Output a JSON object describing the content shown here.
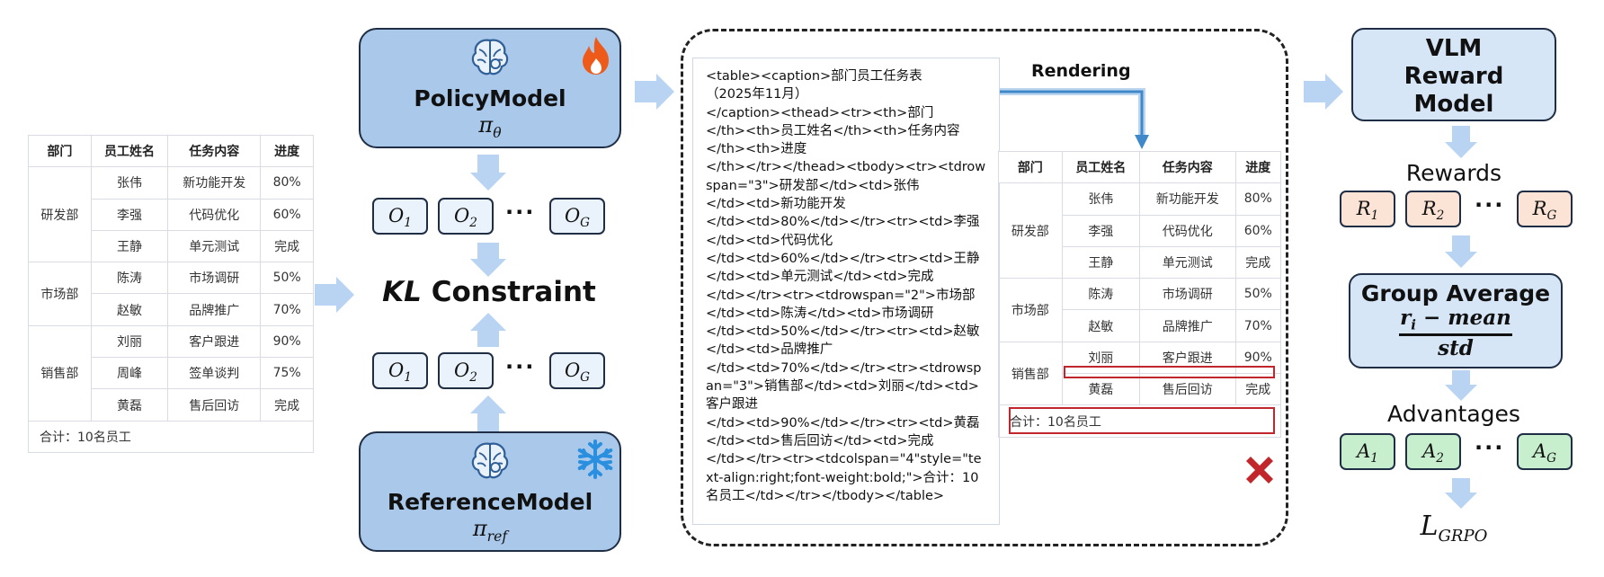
{
  "table": {
    "headers": [
      "部门",
      "员工姓名",
      "任务内容",
      "进度"
    ],
    "groups": [
      {
        "dept": "研发部",
        "rows": [
          [
            "张伟",
            "新功能开发",
            "80%"
          ],
          [
            "李强",
            "代码优化",
            "60%"
          ],
          [
            "王静",
            "单元测试",
            "完成"
          ]
        ]
      },
      {
        "dept": "市场部",
        "rows": [
          [
            "陈涛",
            "市场调研",
            "50%"
          ],
          [
            "赵敏",
            "品牌推广",
            "70%"
          ]
        ]
      },
      {
        "dept": "销售部",
        "rows": [
          [
            "刘丽",
            "客户跟进",
            "90%"
          ],
          [
            "周峰",
            "签单谈判",
            "75%"
          ],
          [
            "黄磊",
            "售后回访",
            "完成"
          ]
        ]
      }
    ],
    "total": "合计：10名员工"
  },
  "rendered_table": {
    "headers": [
      "部门",
      "员工姓名",
      "任务内容",
      "进度"
    ],
    "groups": [
      {
        "dept": "研发部",
        "rows": [
          [
            "张伟",
            "新功能开发",
            "80%"
          ],
          [
            "李强",
            "代码优化",
            "60%"
          ],
          [
            "王静",
            "单元测试",
            "完成"
          ]
        ]
      },
      {
        "dept": "市场部",
        "rows": [
          [
            "陈涛",
            "市场调研",
            "50%"
          ],
          [
            "赵敏",
            "品牌推广",
            "70%"
          ]
        ]
      },
      {
        "dept": "销售部",
        "rows": [
          [
            "刘丽",
            "客户跟进",
            "90%"
          ],
          [
            "黄磊",
            "售后回访",
            "完成"
          ]
        ]
      }
    ],
    "total": "合计：10名员工"
  },
  "policy": {
    "title": "PolicyModel",
    "symbol": "π",
    "subscript": "θ"
  },
  "reference": {
    "title": "ReferenceModel",
    "symbol": "π",
    "subscript": "ref"
  },
  "outputs": {
    "symbol": "O",
    "subs": [
      "1",
      "2",
      "G"
    ],
    "dots": "···"
  },
  "kl": {
    "italic": "KL",
    "rest": " Constraint"
  },
  "code": "<table><caption>部门员工任务表\n（2025年11月）\n</caption><thead><tr><th>部门\n</th><th>员工姓名</th><th>任务内容\n</th><th>进度\n</th></tr></thead><tbody><tr><tdrowspan=\"3\">研发部</td><td>张伟\n</td><td>新功能开发\n</td><td>80%</td></tr><tr><td>李强\n</td><td>代码优化\n</td><td>60%</td></tr><tr><td>王静\n</td><td>单元测试</td><td>完成\n</td></tr><tr><tdrowspan=\"2\">市场部\n</td><td>陈涛</td><td>市场调研\n</td><td>50%</td></tr><tr><td>赵敏\n</td><td>品牌推广\n</td><td>70%</td></tr><tr><tdrowspan=\"3\">销售部</td><td>刘丽</td><td>客户跟进\n</td><td>90%</td></tr><tr><td>黄磊\n</td><td>售后回访</td><td>完成\n</td></tr><tr><tdcolspan=\"4\"style=\"text-align:right;font-weight:bold;\">合计：10名员工</td></tr></tbody></table>",
  "rendering_label": "Rendering",
  "vlm": {
    "line1": "VLM",
    "line2": "Reward",
    "line3": "Model"
  },
  "rewards": {
    "label": "Rewards",
    "symbol": "R",
    "subs": [
      "1",
      "2",
      "G"
    ],
    "dots": "···"
  },
  "group_avg": {
    "title": "Group Average",
    "num_a": "r",
    "num_sub": "i",
    "num_b": " − mean",
    "den": "std"
  },
  "advantages": {
    "label": "Advantages",
    "symbol": "A",
    "subs": [
      "1",
      "2",
      "G"
    ],
    "dots": "···"
  },
  "loss": {
    "symbol": "L",
    "subscript": "GRPO"
  },
  "colors": {
    "model_fill": "#a9c8ea",
    "arrow": "#b9d3f2",
    "vlm_fill": "#d6e6f7",
    "reward_fill": "#fbe3d5",
    "advantage_fill": "#c7efcd",
    "error_red": "#c0262b",
    "rendering_arrow": "#3f88c9"
  },
  "icons": [
    "brain-gear-icon",
    "flame-icon",
    "snowflake-icon",
    "error-cross-icon"
  ]
}
